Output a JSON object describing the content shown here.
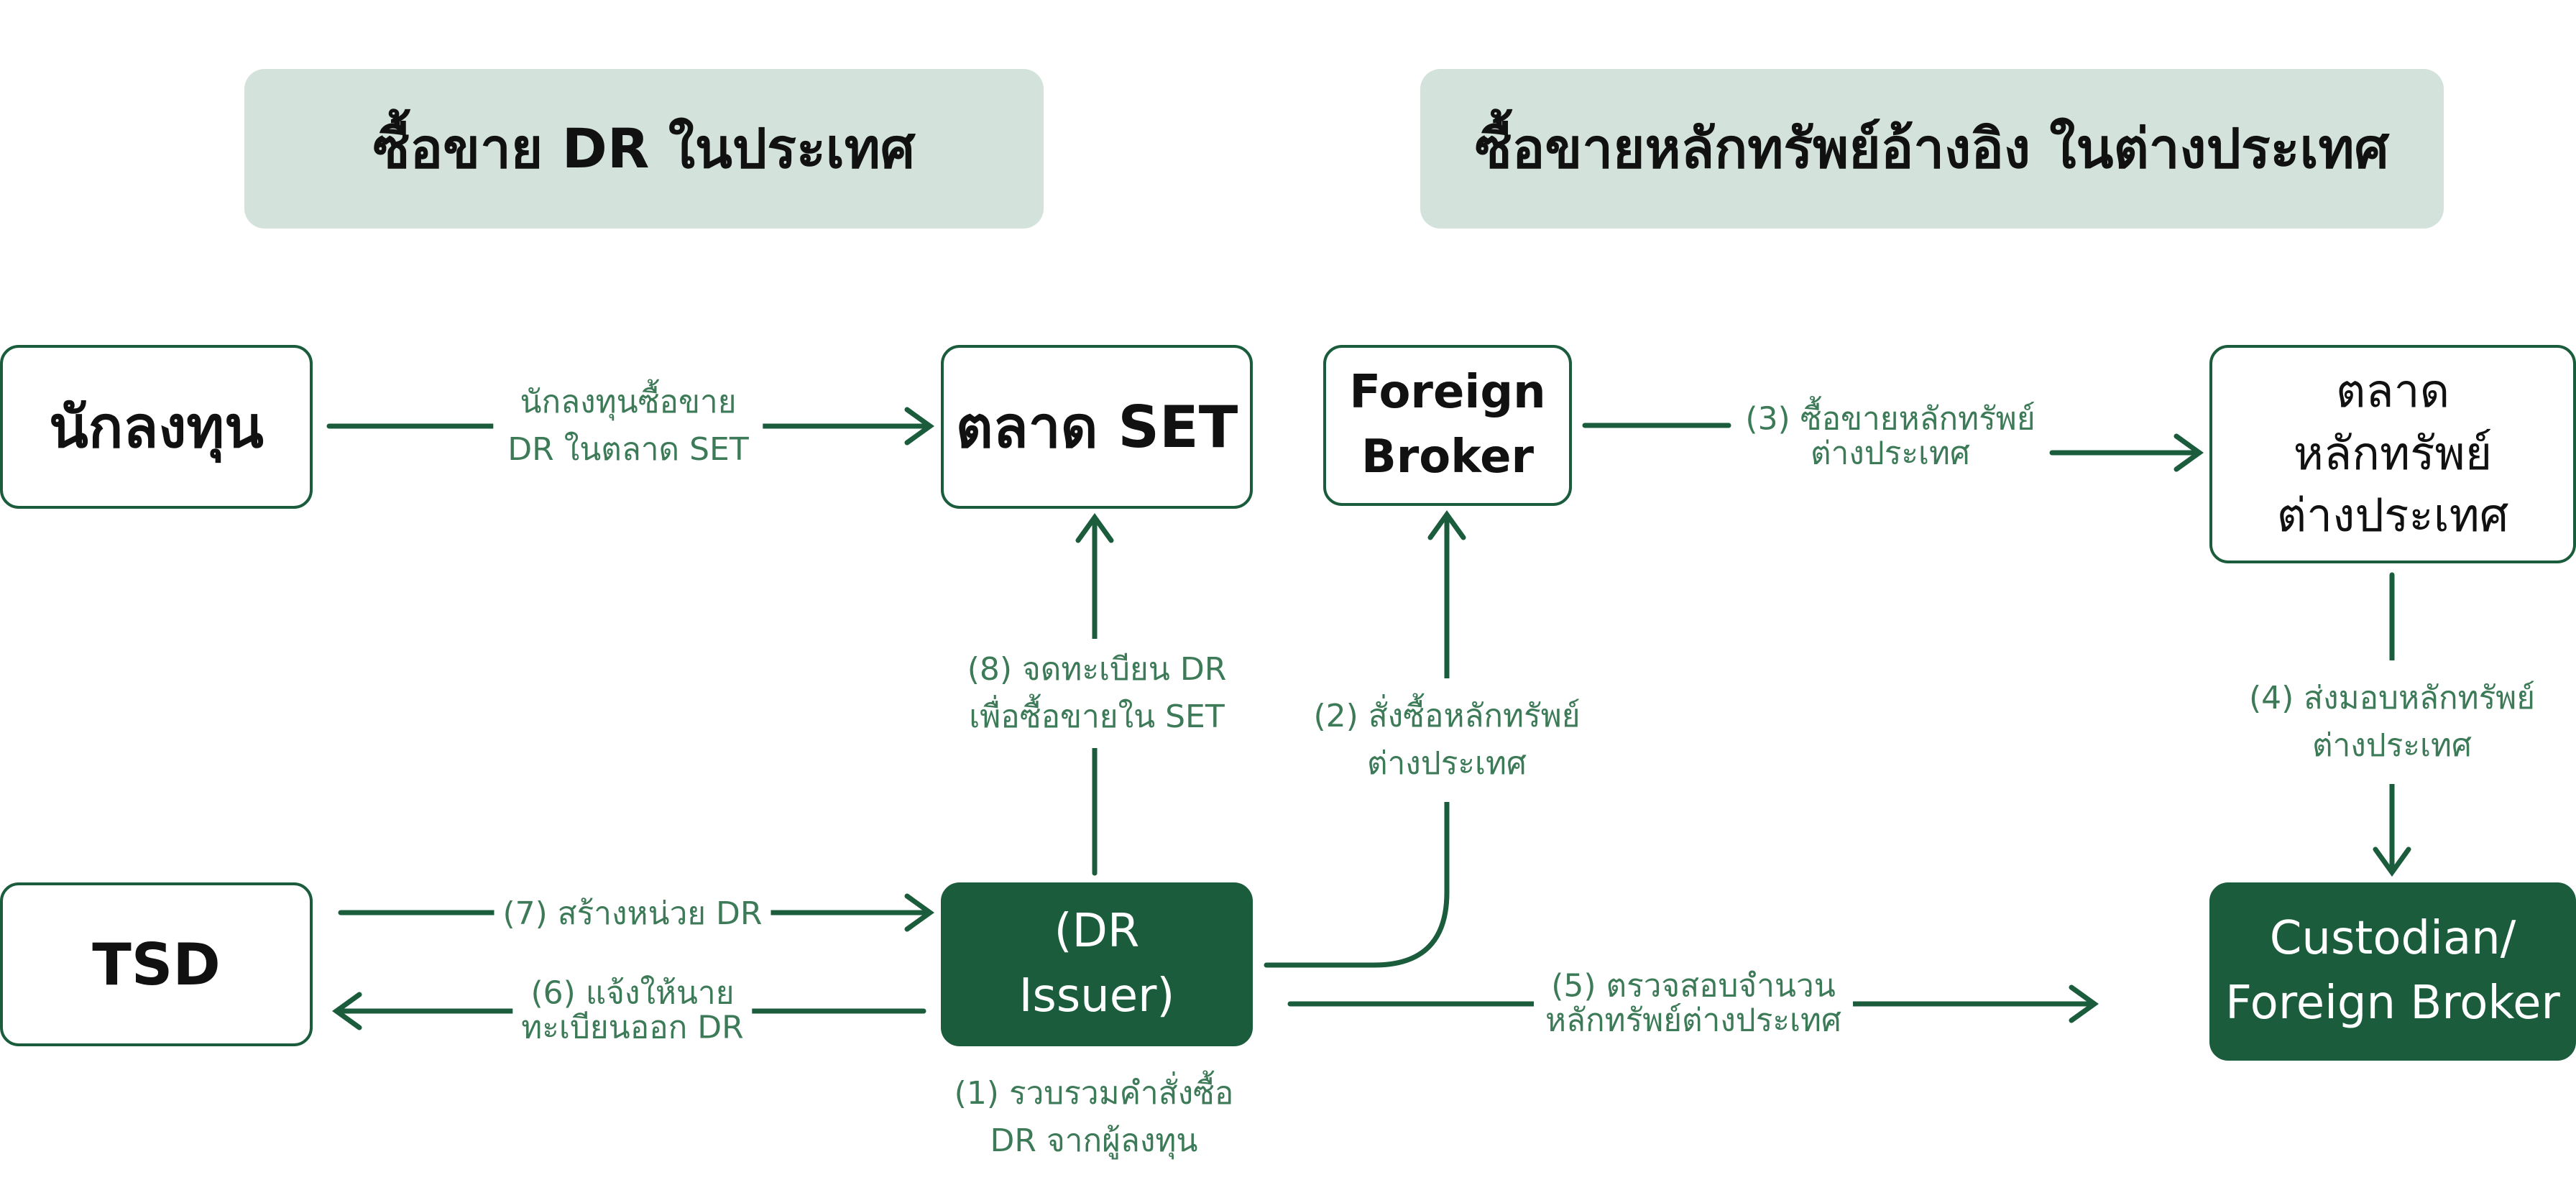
{
  "headers": {
    "left": "ซื้อขาย DR ในประเทศ",
    "right": "ซื้อขายหลักทรัพย์อ้างอิง ในต่างประเทศ"
  },
  "nodes": {
    "investor": "นักลงทุน",
    "set_market": "ตลาด SET",
    "foreign_broker": [
      "Foreign",
      "Broker"
    ],
    "foreign_market": [
      "ตลาด",
      "หลักทรัพย์",
      "ต่างประเทศ"
    ],
    "tsd": "TSD",
    "dr_issuer": [
      "(DR",
      "Issuer)"
    ],
    "custodian": [
      "Custodian/",
      "Foreign Broker"
    ]
  },
  "edges": {
    "investor_trade": [
      "นักลงทุนซื้อขาย",
      "DR ในตลาด SET"
    ],
    "step1": [
      "(1) รวบรวมคำสั่งซื้อ",
      "DR จากผู้ลงทุน"
    ],
    "step2": [
      "(2) สั่งซื้อหลักทรัพย์",
      "ต่างประเทศ"
    ],
    "step3": [
      "(3) ซื้อขายหลักทรัพย์",
      "ต่างประเทศ"
    ],
    "step4": [
      "(4) ส่งมอบหลักทรัพย์",
      "ต่างประเทศ"
    ],
    "step5": [
      "(5) ตรวจสอบจำนวน",
      "หลักทรัพย์ต่างประเทศ"
    ],
    "step6": [
      "(6) แจ้งให้นาย",
      "ทะเบียนออก DR"
    ],
    "step7": "(7) สร้างหน่วย DR",
    "step8": [
      "(8) จดทะเบียน DR",
      "เพื่อซื้อขายใน SET"
    ]
  },
  "colors": {
    "accent": "#1a5c3c",
    "header_bg": "#d3e2db",
    "label_text": "#3d7a58"
  }
}
